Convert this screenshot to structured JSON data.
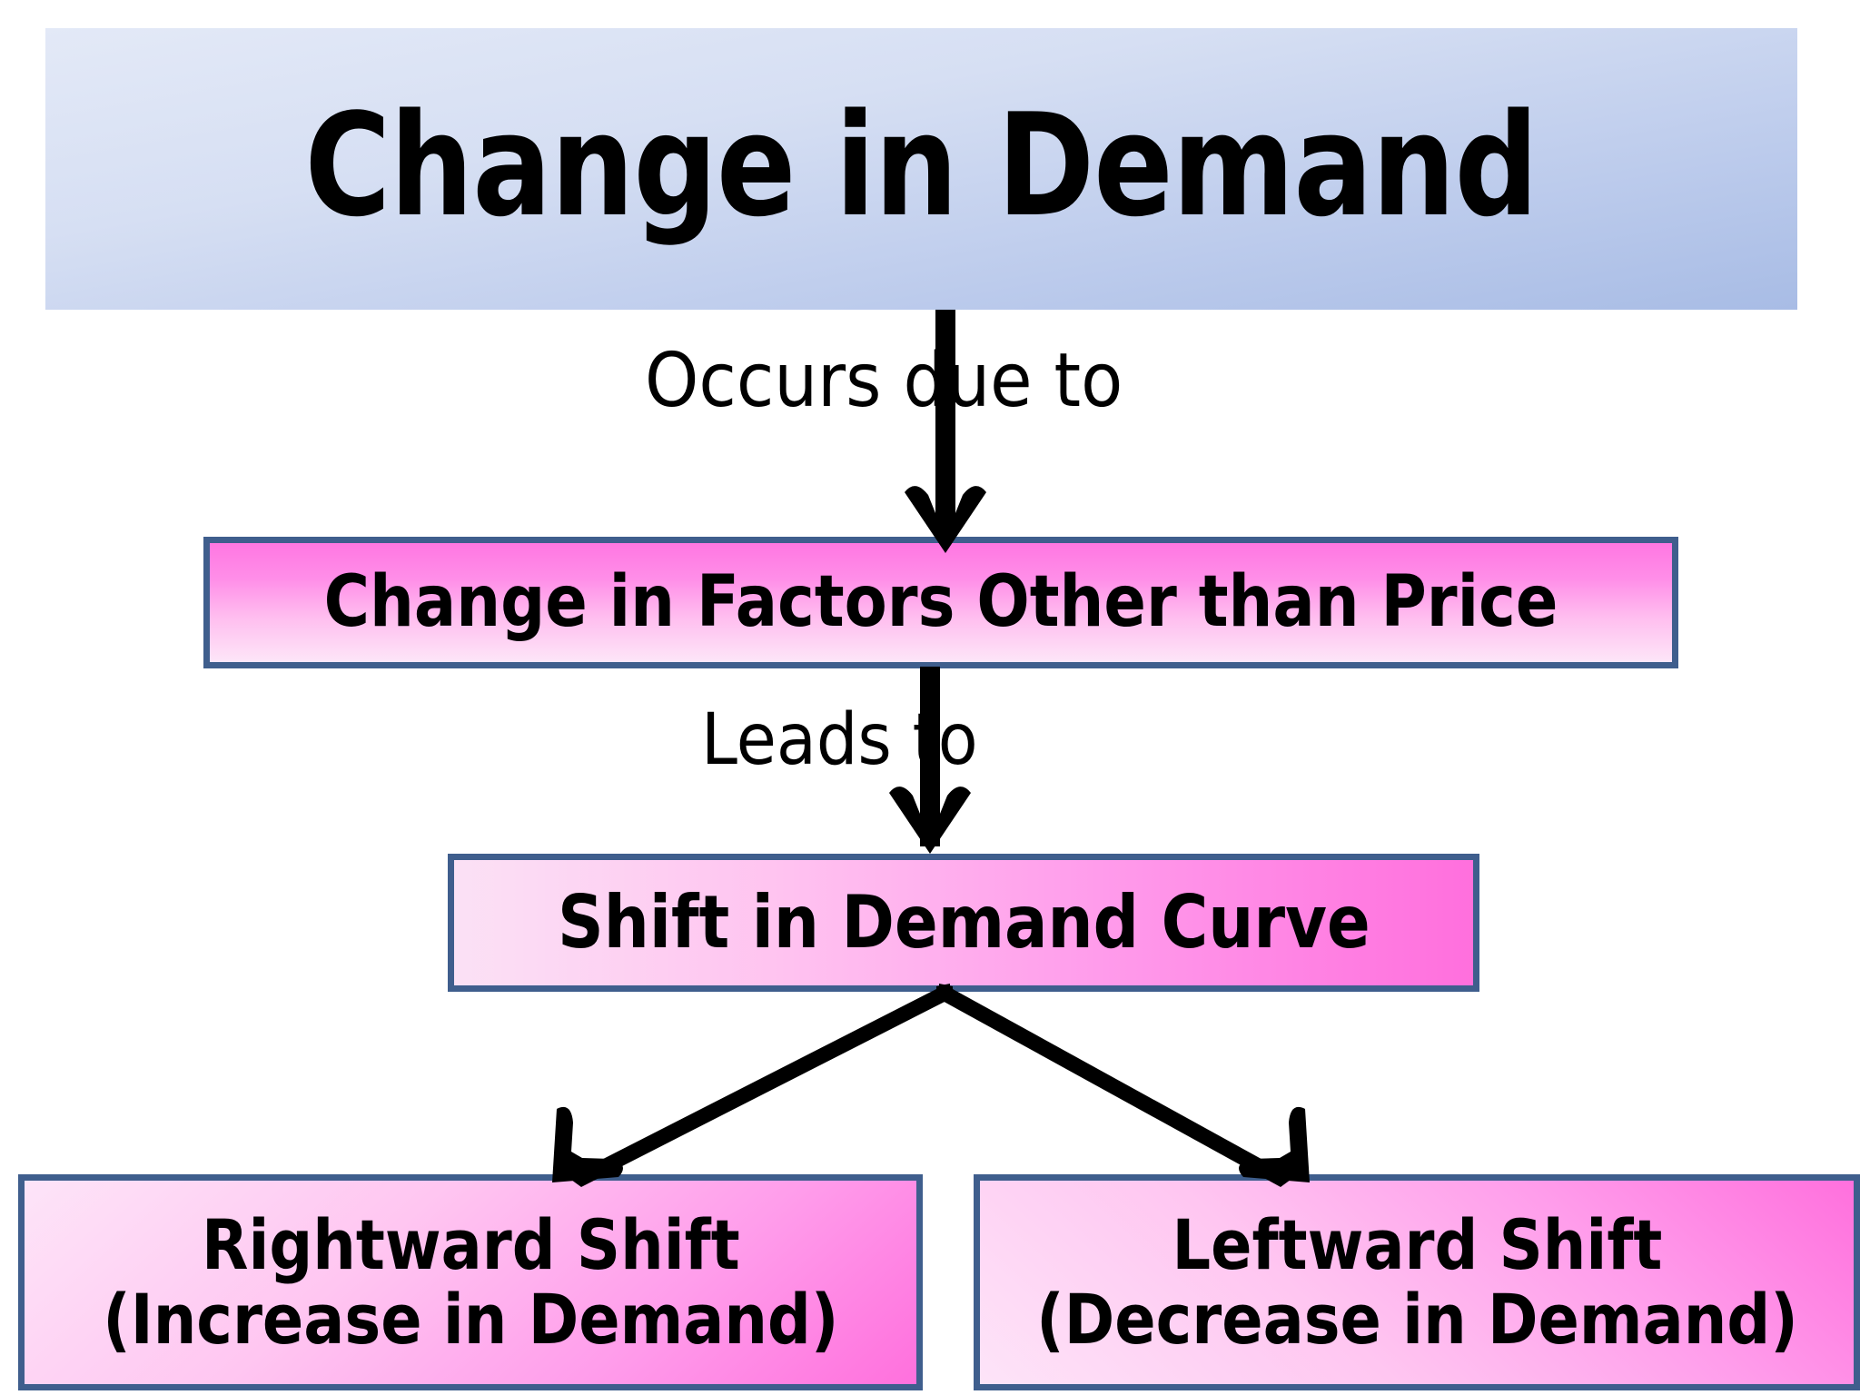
{
  "title": {
    "text": "Change in Demand"
  },
  "colors": {
    "banner_top": "#e3e9f7",
    "banner_bottom": "#a8bce5",
    "box_border": "#3f5e8d",
    "pink_dark": "#ff70dd",
    "pink_light": "#fde4f8",
    "arrow": "#000000",
    "text": "#000000",
    "background": "#ffffff"
  },
  "nodes": [
    {
      "id": "factors",
      "label": "Change in Factors Other than Price"
    },
    {
      "id": "shift",
      "label": "Shift in Demand Curve"
    },
    {
      "id": "rightward",
      "label": "Rightward Shift\n(Increase in Demand)"
    },
    {
      "id": "leftward",
      "label": "Leftward Shift\n(Decrease in Demand)"
    }
  ],
  "edges": [
    {
      "id": "title-to-factors",
      "label": "Occurs due to",
      "from": "title",
      "to": "factors",
      "style": "vertical-arrow-down"
    },
    {
      "id": "factors-to-shift",
      "label": "Leads to",
      "from": "factors",
      "to": "shift",
      "style": "vertical-arrow-down"
    },
    {
      "id": "shift-to-rightward",
      "label": "",
      "from": "shift",
      "to": "rightward",
      "style": "diagonal-arrow-down-left"
    },
    {
      "id": "shift-to-leftward",
      "label": "",
      "from": "shift",
      "to": "leftward",
      "style": "diagonal-arrow-down-right"
    }
  ]
}
